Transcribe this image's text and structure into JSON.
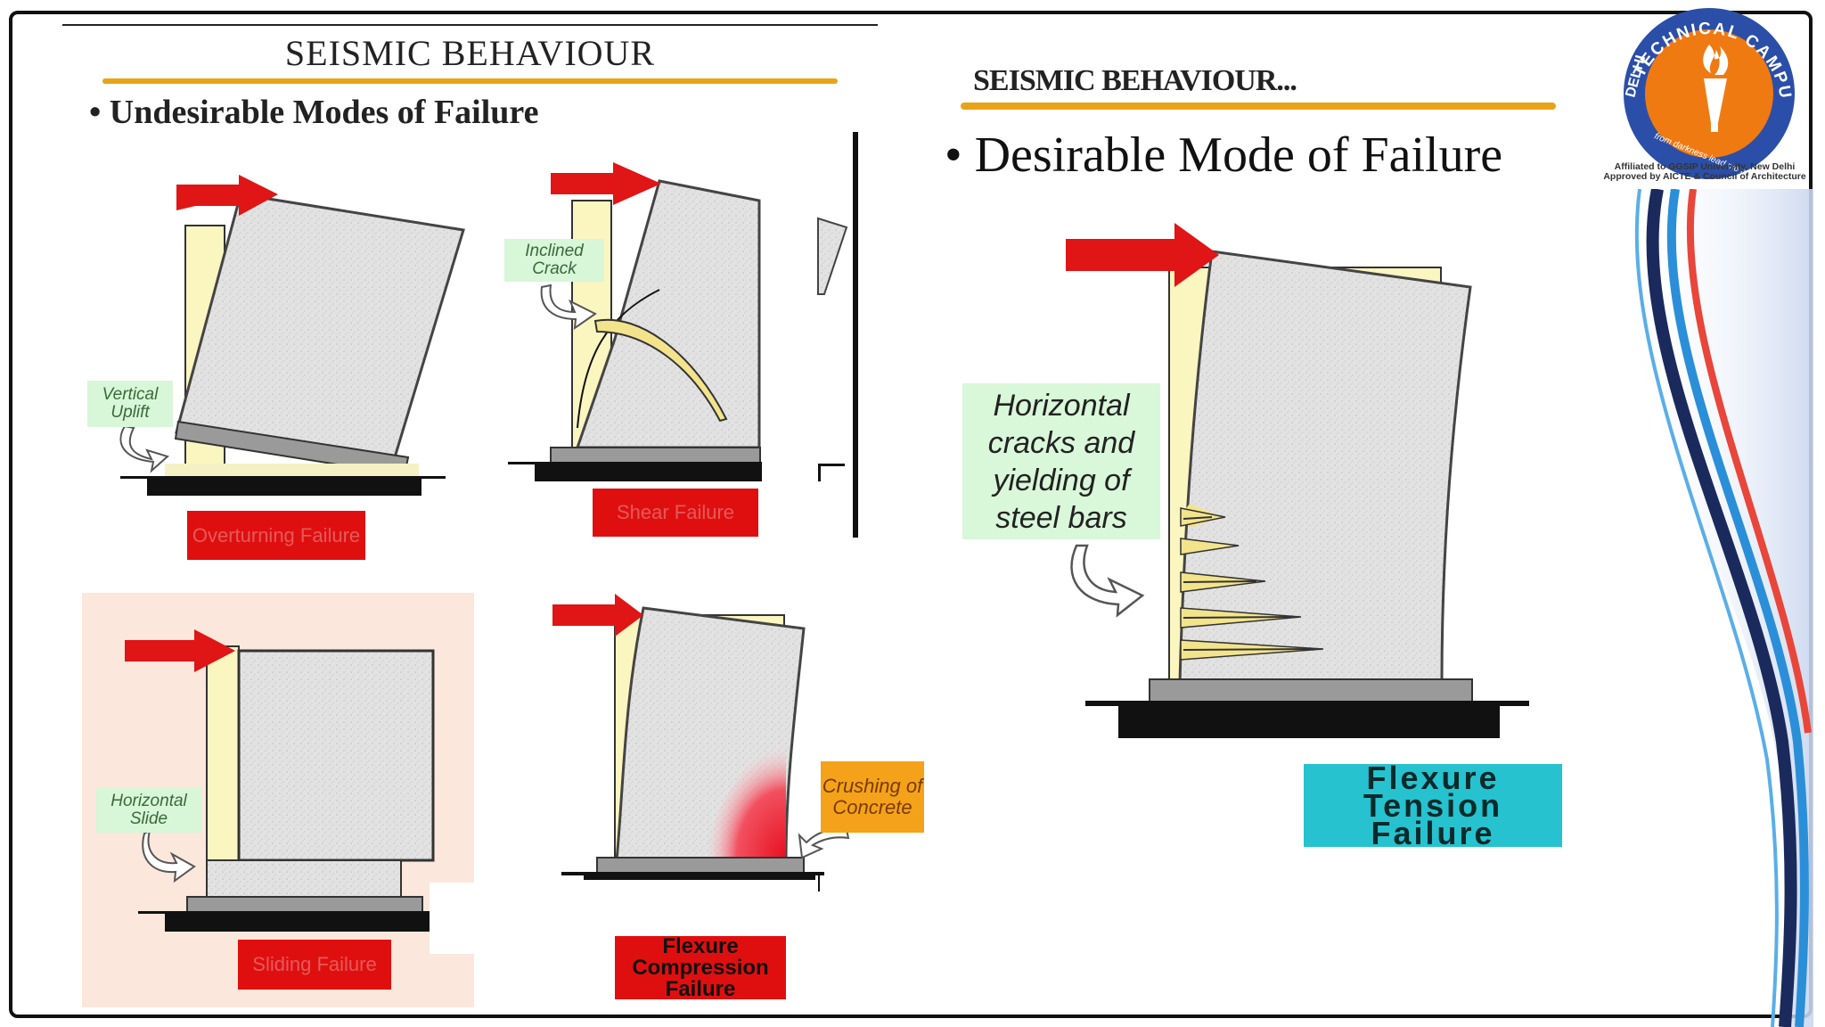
{
  "left_panel": {
    "title": "SEISMIC BEHAVIOUR",
    "bullet": "• Undesirable Modes of Failure",
    "diagrams": {
      "overturning": {
        "label": "Overturning Failure",
        "annotation": "Vertical Uplift"
      },
      "shear": {
        "label": "Shear Failure",
        "annotation": "Inclined Crack"
      },
      "sliding": {
        "label": "Sliding Failure",
        "annotation": "Horizontal Slide"
      },
      "flexure_compression": {
        "label": "Flexure Compression Failure",
        "annotation": "Crushing of Concrete"
      }
    }
  },
  "right_panel": {
    "title": "SEISMIC BEHAVIOUR...",
    "bullet": "• Desirable Mode of Failure",
    "diagram": {
      "annotation": "Horizontal cracks and yielding of steel bars",
      "label": "Flexure Tension Failure"
    }
  },
  "logo": {
    "name_top": "TECHNICAL CAMPUS",
    "name_left": "DELHI",
    "motto": "from darkness lead me to light",
    "affiliation_1": "Affiliated to GGSIP University, New Delhi",
    "affiliation_2": "Approved by AICTE & Council of Architecture"
  },
  "colors": {
    "arrow_red": "#e01515",
    "accent_gold": "#e8a317",
    "label_red": "#e00f0f",
    "label_teal": "#26c2d0",
    "label_orange": "#f4a21a",
    "logo_orange": "#f07a12",
    "logo_blue": "#2b4fa8"
  }
}
